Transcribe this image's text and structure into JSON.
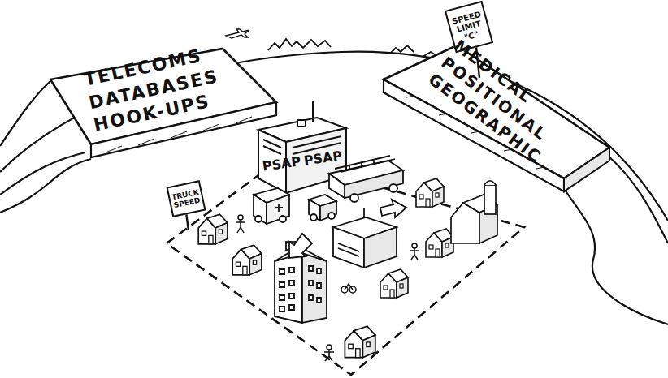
{
  "diagram": {
    "nodes": [
      {
        "text": [
          "TELECOMS DATABASES HOOK-UPS"
        ]
      },
      {
        "text": [
          "SPEED LIMIT \"C\""
        ]
      },
      {
        "text": [
          "MEDICAL POSITIONAL GEOGRAPHIC"
        ]
      },
      {
        "text": [
          "PSAP",
          "PSAP"
        ]
      },
      {
        "text": [
          "TRUCK SPEED"
        ]
      }
    ]
  }
}
